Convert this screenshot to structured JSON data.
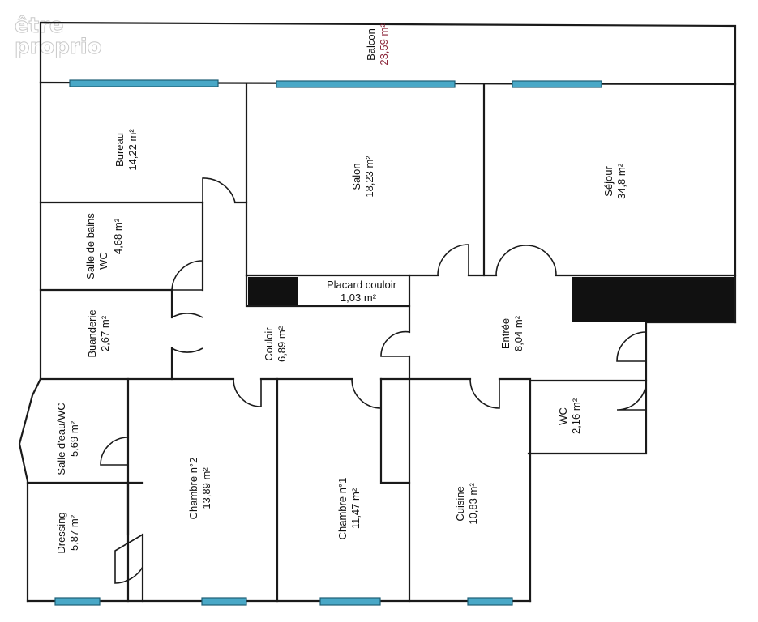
{
  "watermark": {
    "line1": "être",
    "line2": "proprio"
  },
  "rooms": {
    "balcon": {
      "name": "Balcon",
      "area": "23,59 m²"
    },
    "bureau": {
      "name": "Bureau",
      "area": "14,22 m²"
    },
    "salon": {
      "name": "Salon",
      "area": "18,23 m²"
    },
    "sejour": {
      "name": "Séjour",
      "area": "34,8 m²"
    },
    "sdb_wc": {
      "name": "Salle de bains WC",
      "line1": "Salle de bains",
      "line2": "WC",
      "area": "4,68 m²"
    },
    "placard": {
      "name": "Placard couloir",
      "area": "1,03 m²"
    },
    "buanderie": {
      "name": "Buanderie",
      "area": "2,67 m²"
    },
    "couloir": {
      "name": "Couloir",
      "area": "6,89 m²"
    },
    "entree": {
      "name": "Entrée",
      "area": "8,04 m²"
    },
    "salle_eau_wc": {
      "name": "Salle d'eau/WC",
      "area": "5,69 m²"
    },
    "wc": {
      "name": "WC",
      "area": "2,16 m²"
    },
    "chambre2": {
      "name": "Chambre n°2",
      "area": "13,89 m²"
    },
    "chambre1": {
      "name": "Chambre n°1",
      "area": "11,47 m²"
    },
    "cuisine": {
      "name": "Cuisine",
      "area": "10,83 m²"
    },
    "dressing": {
      "name": "Dressing",
      "area": "5,87 m²"
    }
  },
  "colors": {
    "window": "#49a8c7",
    "wall": "#1a1a1a",
    "balcony_area": "#8a2337",
    "closet_fill": "#111111"
  }
}
